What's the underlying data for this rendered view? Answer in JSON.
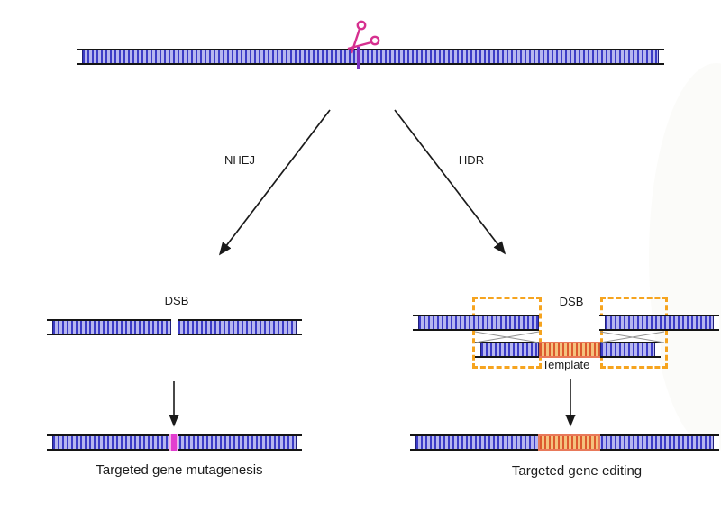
{
  "figure": {
    "title_hidden": "",
    "top_dna": {
      "description": "intact double-stranded DNA with nuclease cut site",
      "cut_icon": "scissors-icon"
    },
    "left_branch": {
      "pathway_label": "NHEJ",
      "dsb_label": "DSB",
      "caption": "Targeted gene mutagenesis"
    },
    "right_branch": {
      "pathway_label": "HDR",
      "dsb_label": "DSB",
      "template_label": "Template",
      "caption": "Targeted gene editing"
    },
    "colors": {
      "dna_dark_stripe": "#3c3cc6",
      "dna_light_stripe": "#b6b6ef",
      "dna_rail_black": "#141414",
      "template_dark_stripe": "#dd5a2e",
      "template_light_stripe": "#f4c27e",
      "template_rail_salmon": "#e8795a",
      "homology_box_orange": "#f6a41f",
      "mutation_pink": "#e23ecf",
      "cut_line_purple": "#7a2fc0",
      "scissors_pink": "#d6308f",
      "arrow_black": "#1a1a1a",
      "cross_line_gray": "#939393"
    }
  }
}
